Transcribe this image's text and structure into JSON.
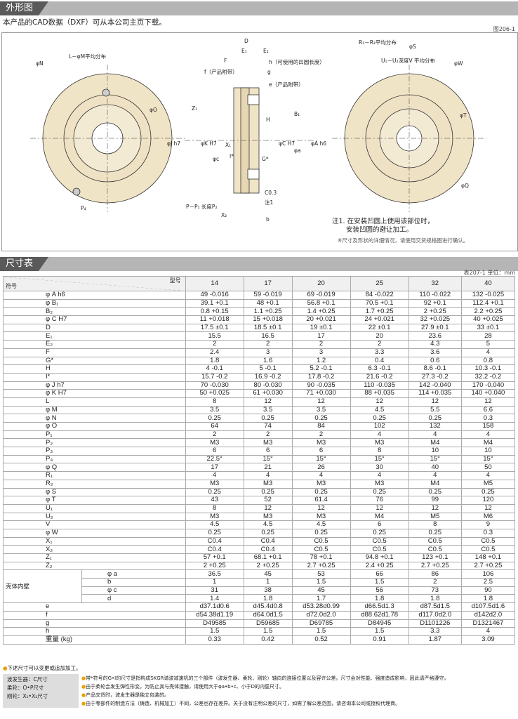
{
  "sections": {
    "outline": "外形图",
    "dimensions": "尺寸表"
  },
  "intro": "本产品的CAD数据（DXF）可从本公司主页下载。",
  "figure_ref": "图206-1",
  "drawing_labels": {
    "phi_n": "φN",
    "l_phi_m": "L－φM平均分布",
    "phi_o": "φO",
    "p4": "P₄",
    "d": "D",
    "e1": "E₁",
    "e2": "E₂",
    "f": "F",
    "h_note": "h（可使用的凹圆长度）",
    "f_note": "f（产品附带）",
    "g": "g",
    "e_note": "e（产品附带）",
    "z1": "Z₁",
    "jh7": "φJ h7",
    "kh7": "φK H7",
    "phi_c": "φc",
    "x1": "X₁",
    "i_star": "I*",
    "g_star": "G*",
    "ch7": "φC H7",
    "phi_a": "φa",
    "ah6": "φA h6",
    "h": "H",
    "b1": "B₁",
    "c03": "C0.3",
    "note1": "注1",
    "pp1": "P－P₁ 长度P₂",
    "x2": "X₂",
    "b": "b",
    "r": "R₁－R₂平均分布",
    "phi_s": "φS",
    "u": "U₁－U₂深度V  平均分布",
    "phi_w": "φW",
    "phi_t": "φT",
    "phi_q": "φQ"
  },
  "note_lines": [
    "注1. 在安装凹圆上使用该部位时，",
    "安装凹圆的避让加工。"
  ],
  "note_small": "※尺寸及形状的详细情况，请使用交货规格图进行确认。",
  "table_ref": "表207-1  单位：mm",
  "header": {
    "model": "型号",
    "symbol": "符号",
    "sizes": [
      "14",
      "17",
      "20",
      "25",
      "32",
      "40"
    ]
  },
  "rows": [
    {
      "label": "φ A h6",
      "v": [
        "49 -0.016",
        "59 -0.019",
        "69 -0.019",
        "84 -0.022",
        "110 -0.022",
        "132 -0.025"
      ]
    },
    {
      "label": "φ B₁",
      "v": [
        "39.1 +0.1",
        "48 +0.1",
        "56.8 +0.1",
        "70.5 +0.1",
        "92 +0.1",
        "112.4 +0.1"
      ]
    },
    {
      "label": "B₂",
      "v": [
        "0.8 +0.15",
        "1.1 +0.25",
        "1.4 +0.25",
        "1.7 +0.25",
        "2 +0.25",
        "2.2 +0.25"
      ]
    },
    {
      "label": "φ C H7",
      "v": [
        "11 +0.018",
        "15 +0.018",
        "20 +0.021",
        "24 +0.021",
        "32 +0.025",
        "40 +0.025"
      ]
    },
    {
      "label": "D",
      "v": [
        "17.5 ±0.1",
        "18.5 ±0.1",
        "19 ±0.1",
        "22 ±0.1",
        "27.9 ±0.1",
        "33 ±0.1"
      ]
    },
    {
      "label": "E₁",
      "v": [
        "15.5",
        "16.5",
        "17",
        "20",
        "23.6",
        "28"
      ]
    },
    {
      "label": "E₂",
      "v": [
        "2",
        "2",
        "2",
        "2",
        "4.3",
        "5"
      ]
    },
    {
      "label": "F",
      "v": [
        "2.4",
        "3",
        "3",
        "3.3",
        "3.6",
        "4"
      ]
    },
    {
      "label": "G*",
      "v": [
        "1.8",
        "1.6",
        "1.2",
        "0.4",
        "0.6",
        "0.8"
      ]
    },
    {
      "label": "H",
      "v": [
        "4 -0.1",
        "5 -0.1",
        "5.2 -0.1",
        "6.3 -0.1",
        "8.6 -0.1",
        "10.3 -0.1"
      ]
    },
    {
      "label": "I*",
      "v": [
        "15.7 -0.2",
        "16.9 -0.2",
        "17.8 -0.2",
        "21.6 -0.2",
        "27.3 -0.2",
        "32.2 -0.2"
      ]
    },
    {
      "label": "φ J h7",
      "v": [
        "70 -0.030",
        "80 -0.030",
        "90 -0.035",
        "110 -0.035",
        "142 -0.040",
        "170 -0.040"
      ]
    },
    {
      "label": "φ K H7",
      "v": [
        "50 +0.025",
        "61 +0.030",
        "71 +0.030",
        "88 +0.035",
        "114 +0.035",
        "140 +0.040"
      ]
    },
    {
      "label": "L",
      "v": [
        "8",
        "12",
        "12",
        "12",
        "12",
        "12"
      ]
    },
    {
      "label": "φ M",
      "v": [
        "3.5",
        "3.5",
        "3.5",
        "4.5",
        "5.5",
        "6.6"
      ]
    },
    {
      "label": "φ N",
      "v": [
        "0.25",
        "0.25",
        "0.25",
        "0.25",
        "0.25",
        "0.3"
      ]
    },
    {
      "label": "φ O",
      "v": [
        "64",
        "74",
        "84",
        "102",
        "132",
        "158"
      ]
    },
    {
      "label": "P₁",
      "v": [
        "2",
        "2",
        "2",
        "4",
        "4",
        "4"
      ]
    },
    {
      "label": "P₂",
      "v": [
        "M3",
        "M3",
        "M3",
        "M3",
        "M4",
        "M4"
      ]
    },
    {
      "label": "P₃",
      "v": [
        "6",
        "6",
        "6",
        "8",
        "10",
        "10"
      ]
    },
    {
      "label": "P₄",
      "v": [
        "22.5°",
        "15°",
        "15°",
        "15°",
        "15°",
        "15°"
      ]
    },
    {
      "label": "φ Q",
      "v": [
        "17",
        "21",
        "26",
        "30",
        "40",
        "50"
      ]
    },
    {
      "label": "R₁",
      "v": [
        "4",
        "4",
        "4",
        "4",
        "4",
        "4"
      ]
    },
    {
      "label": "R₂",
      "v": [
        "M3",
        "M3",
        "M3",
        "M3",
        "M4",
        "M5"
      ]
    },
    {
      "label": "φ S",
      "v": [
        "0.25",
        "0.25",
        "0.25",
        "0.25",
        "0.25",
        "0.25"
      ]
    },
    {
      "label": "φ T",
      "v": [
        "43",
        "52",
        "61.4",
        "76",
        "99",
        "120"
      ]
    },
    {
      "label": "U₁",
      "v": [
        "8",
        "12",
        "12",
        "12",
        "12",
        "12"
      ]
    },
    {
      "label": "U₂",
      "v": [
        "M3",
        "M3",
        "M3",
        "M4",
        "M5",
        "M6"
      ]
    },
    {
      "label": "V",
      "v": [
        "4.5",
        "4.5",
        "4.5",
        "6",
        "8",
        "9"
      ]
    },
    {
      "label": "φ W",
      "v": [
        "0.25",
        "0.25",
        "0.25",
        "0.25",
        "0.25",
        "0.3"
      ]
    },
    {
      "label": "X₁",
      "v": [
        "C0.4",
        "C0.4",
        "C0.5",
        "C0.5",
        "C0.5",
        "C0.5"
      ]
    },
    {
      "label": "X₂",
      "v": [
        "C0.4",
        "C0.4",
        "C0.5",
        "C0.5",
        "C0.5",
        "C0.5"
      ]
    },
    {
      "label": "Z₁",
      "v": [
        "57 +0.1",
        "68.1 +0.1",
        "78 +0.1",
        "94.8 +0.1",
        "123 +0.1",
        "148 +0.1"
      ]
    },
    {
      "label": "Z₂",
      "v": [
        "2 +0.25",
        "2 +0.25",
        "2.7 +0.25",
        "2.4 +0.25",
        "2.7 +0.25",
        "2.7 +0.25"
      ]
    }
  ],
  "group": {
    "label": "壳体内壁",
    "rows": [
      {
        "label": "φ a",
        "v": [
          "36.5",
          "45",
          "53",
          "66",
          "86",
          "106"
        ]
      },
      {
        "label": "b",
        "v": [
          "1",
          "1",
          "1.5",
          "1.5",
          "2",
          "2.5"
        ]
      },
      {
        "label": "φ c",
        "v": [
          "31",
          "38",
          "45",
          "56",
          "73",
          "90"
        ]
      },
      {
        "label": "d",
        "v": [
          "1.4",
          "1.8",
          "1.7",
          "1.8",
          "1.8",
          "1.8"
        ]
      }
    ]
  },
  "tail_rows": [
    {
      "label": "e",
      "v": [
        "d37.1d0.6",
        "d45.4d0.8",
        "d53.28d0.99",
        "d66.5d1.3",
        "d87.5d1.5",
        "d107.5d1.6"
      ]
    },
    {
      "label": "f",
      "v": [
        "d54.38d1.19",
        "d64.0d1.5",
        "d72.0d2.0",
        "d88.62d1.78",
        "d117.0d2.0",
        "d142d2.0"
      ]
    },
    {
      "label": "g",
      "v": [
        "D49585",
        "D59685",
        "D69785",
        "D84945",
        "D1101226",
        "D1321467"
      ]
    },
    {
      "label": "h",
      "v": [
        "1.5",
        "1.5",
        "1.5",
        "1.5",
        "3.3",
        "4"
      ]
    },
    {
      "label": "重量 (kg)",
      "v": [
        "0.33",
        "0.42",
        "0.52",
        "0.91",
        "1.87",
        "3.09"
      ]
    }
  ],
  "footnote": "下述尺寸可以变更或追加加工。",
  "legend": [
    "波发生器：C尺寸",
    "柔轮：O•P尺寸",
    "刚轮：X₁•X₂尺寸"
  ],
  "bullets": [
    "带*符号的G•I的尺寸是指构成SKGR谐波减速机的三个部件（波发生器、柔轮、刚轮）轴向的连接位置以及容许公差。尺寸会对性能、强度造成影响，因此请严格遵守。",
    "由于柔轮会发生弹性形变，为防止其与壳体接触，请使用大于φa•b•c、小于D的内壁尺寸。",
    "产品交货时，波发生器是独立包装的。",
    "由于零部件的制造方法（铸造、机械加工）不同，公差也存在差异。关于没有注明公差的尺寸，如需了解公差范围，请咨询本公司或授权代理商。"
  ]
}
